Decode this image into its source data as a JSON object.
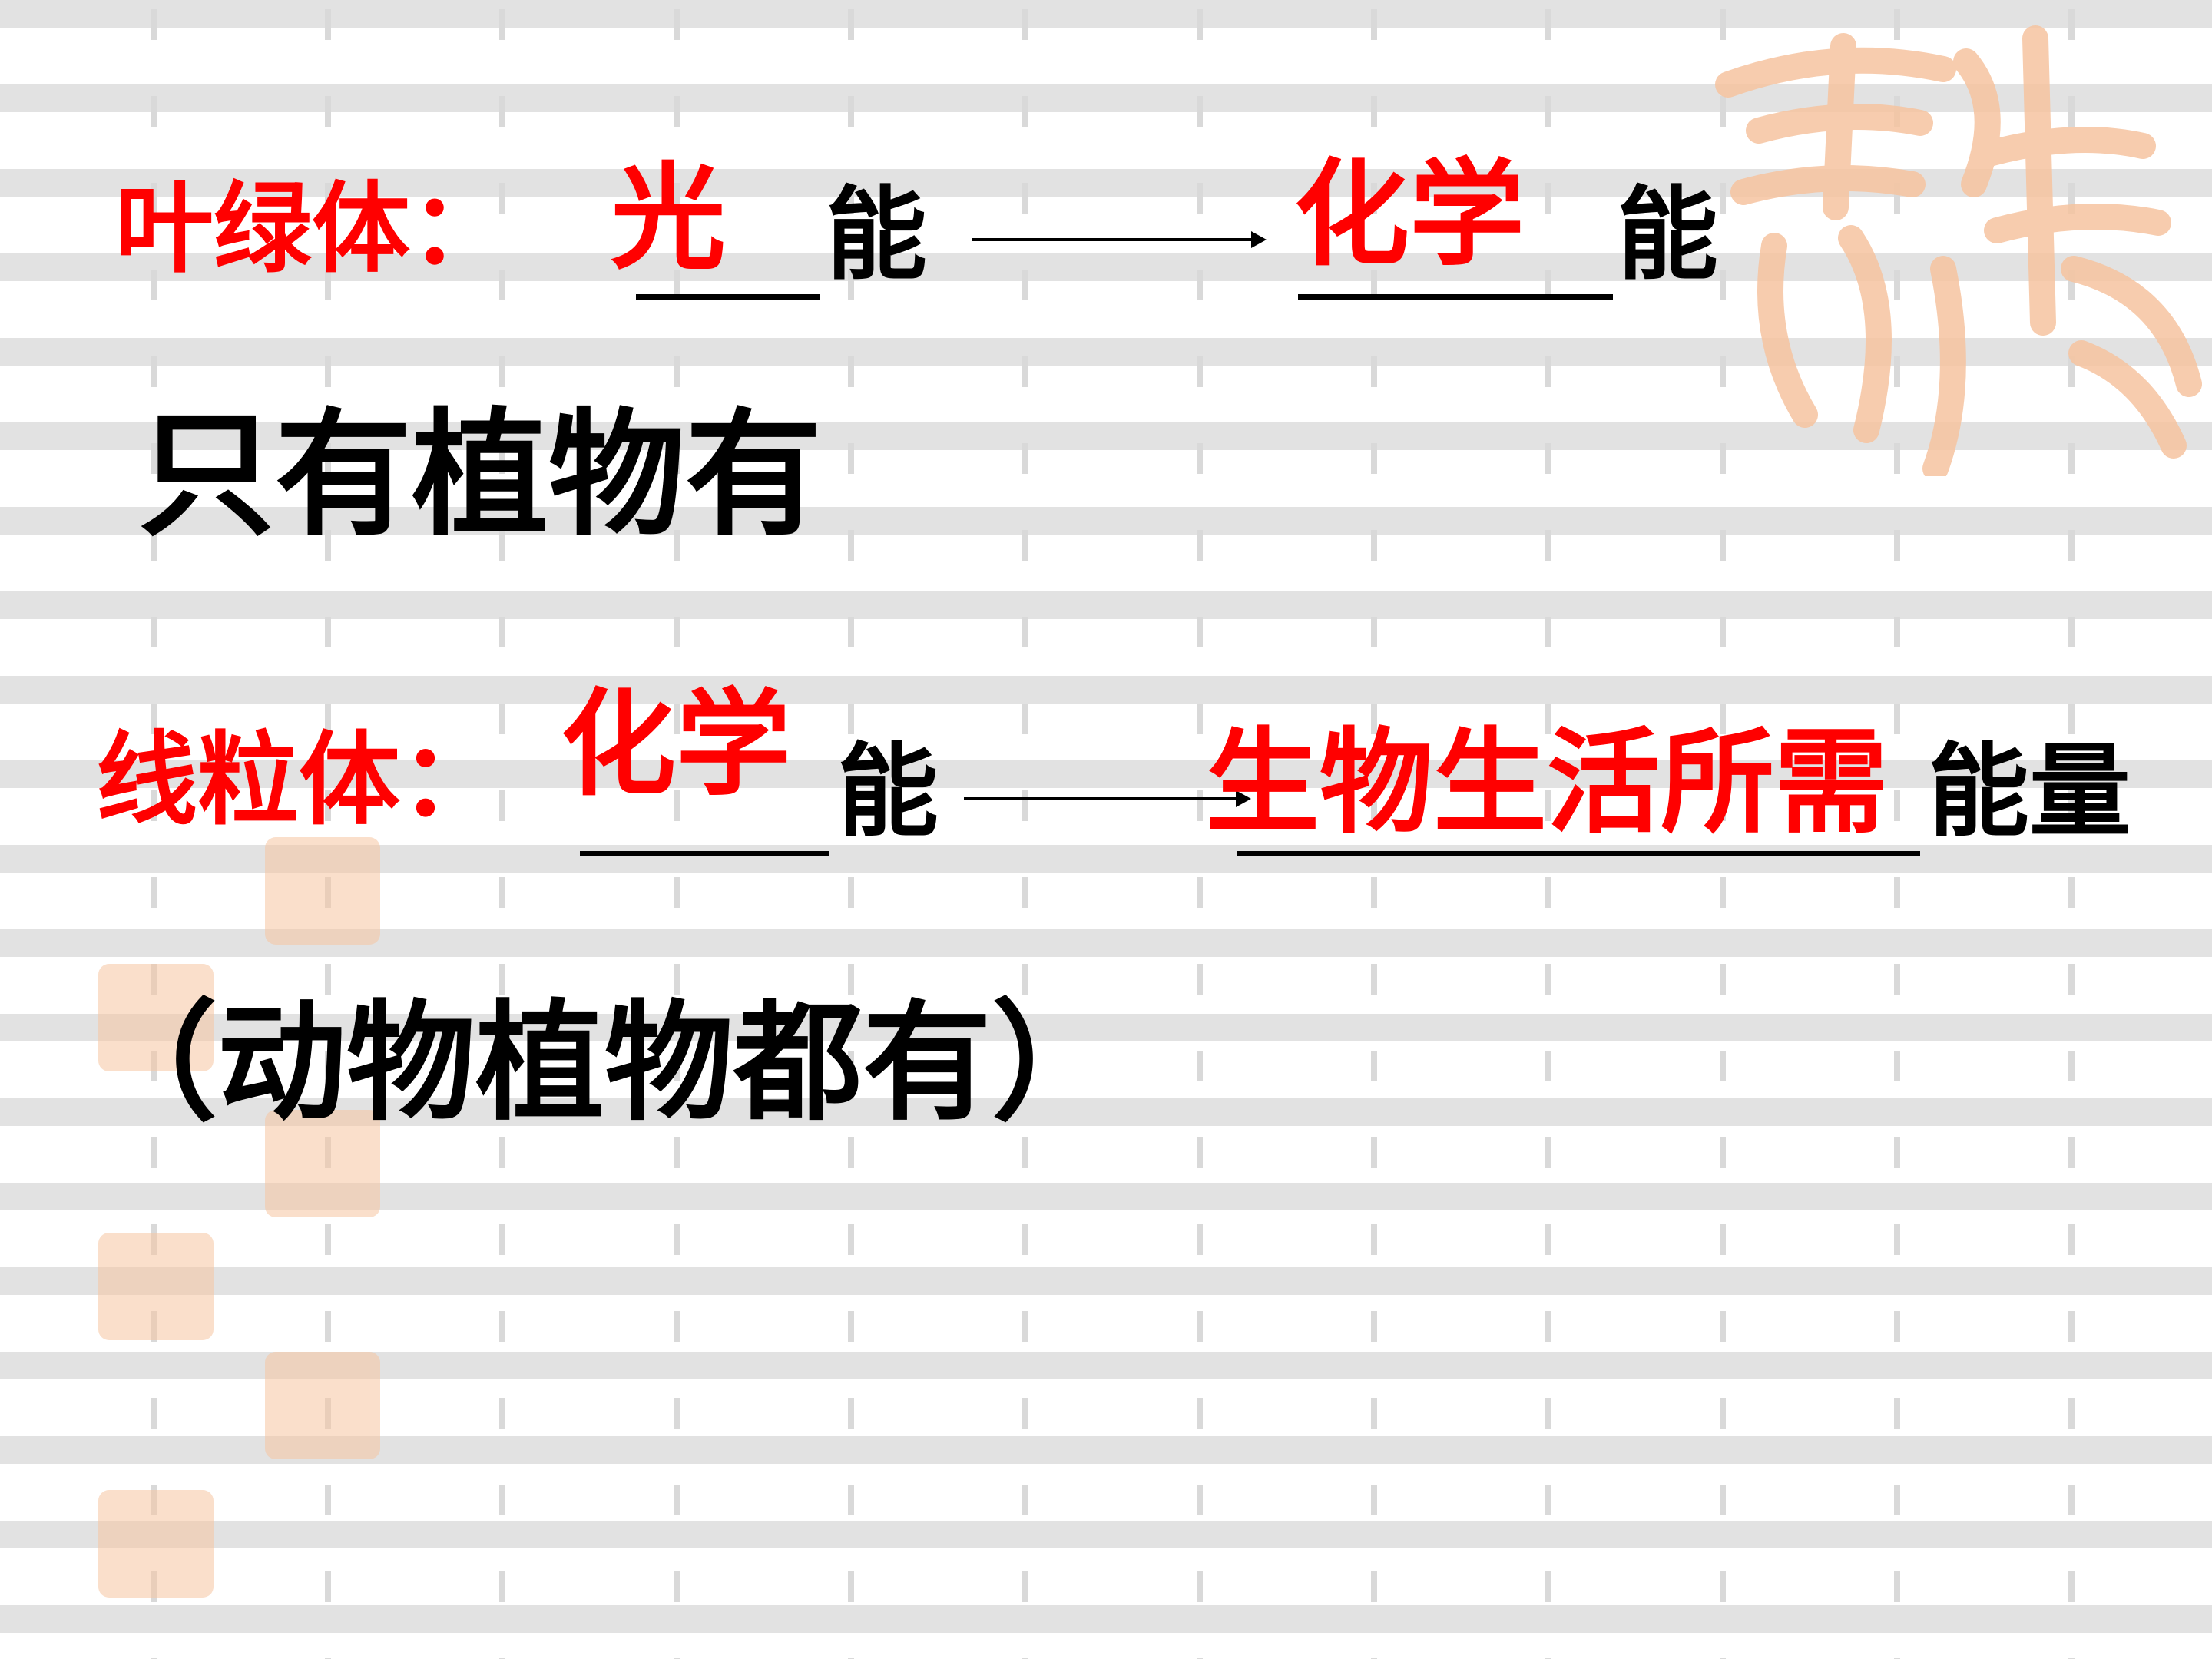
{
  "chloroplast": {
    "label": "叶绿体：",
    "blank1_answer": "光",
    "energy1": "能",
    "blank2_answer": "化学",
    "energy2": "能",
    "note": "只有植物有"
  },
  "mitochondria": {
    "label": "线粒体：",
    "blank1_answer": "化学",
    "energy1": "能",
    "blank2_answer": "生物生活所需",
    "energy2": "能量",
    "note": "（动物植物都有）"
  },
  "colors": {
    "answer": "#ff0000",
    "text": "#000000",
    "watermark": "#f6c4a0"
  },
  "icons": {
    "arrow": "right-arrow-icon",
    "watermark": "seal-watermark-icon"
  }
}
